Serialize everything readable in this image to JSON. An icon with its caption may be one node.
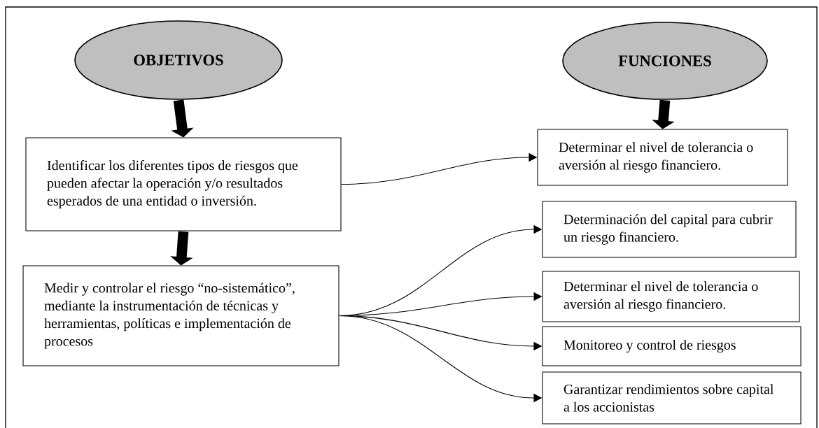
{
  "diagram": {
    "nodes": [
      {
        "text": [
          "OBJETIVOS"
        ]
      },
      {
        "text": [
          "FUNCIONES"
        ]
      },
      {
        "text": [
          "Identificar los diferentes tipos de riesgos que pueden afectar la operación y/o resultados esperados de una entidad o inversión."
        ]
      },
      {
        "text": [
          "Medir y controlar el riesgo “no-sistemático”, mediante la instrumentación de técnicas y herramientas, políticas e implementación de procesos"
        ]
      },
      {
        "text": [
          "Determinar el nivel de tolerancia o aversión al riesgo financiero."
        ]
      },
      {
        "text": [
          "Determinación del capital para cubrir un riesgo financiero."
        ]
      },
      {
        "text": [
          "Determinar el nivel de tolerancia o aversión al riesgo financiero."
        ]
      },
      {
        "text": [
          "Monitoreo y control de riesgos"
        ]
      },
      {
        "text": [
          "Garantizar rendimientos sobre capital a los accionistas"
        ]
      }
    ],
    "edges": [
      {
        "from": 0,
        "to": 2,
        "arrow": "to",
        "style": "thick"
      },
      {
        "from": 1,
        "to": 4,
        "arrow": "to",
        "style": "thick"
      },
      {
        "from": 2,
        "to": 3,
        "arrow": "to",
        "style": "thick"
      },
      {
        "from": 2,
        "to": 4,
        "arrow": "to"
      },
      {
        "from": 3,
        "to": 5,
        "arrow": "to"
      },
      {
        "from": 3,
        "to": 6,
        "arrow": "to"
      },
      {
        "from": 3,
        "to": 7,
        "arrow": "to"
      },
      {
        "from": 3,
        "to": 8,
        "arrow": "to"
      }
    ]
  }
}
